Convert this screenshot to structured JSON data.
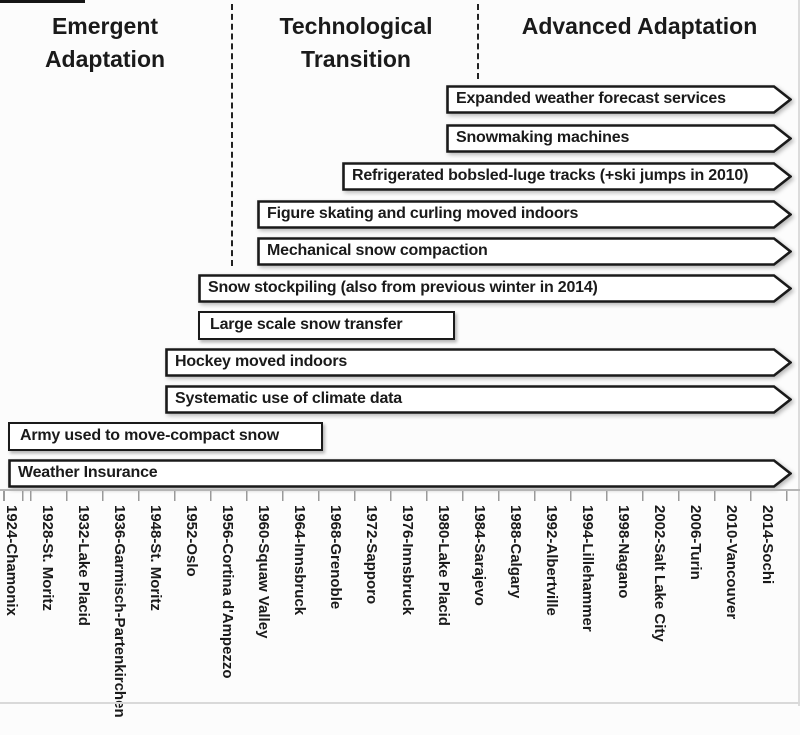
{
  "chart_data": {
    "type": "timeline",
    "title": "",
    "axis_note_visible": false,
    "categories": [
      "1924-Chamonix",
      "1928-St. Moritz",
      "1932-Lake Placid",
      "1936-Garmisch-Partenkirchen",
      "1948-St. Moritz",
      "1952-Oslo",
      "1956-Cortina d'Ampezzo",
      "1960-Squaw Valley",
      "1964-Innsbruck",
      "1968-Grenoble",
      "1972-Sapporo",
      "1976-Innsbruck",
      "1980-Lake Placid",
      "1984-Sarajevo",
      "1988-Calgary",
      "1992-Albertville",
      "1994-Lillehammer",
      "1998-Nagano",
      "2002-Salt Lake City",
      "2006-Turin",
      "2010-Vancouver",
      "2014-Sochi"
    ],
    "phases": [
      {
        "label": "Emergent Adaptation",
        "approx_span": "1924-Chamonix to 1956-Cortina d'Ampezzo"
      },
      {
        "label": "Technological Transition",
        "approx_span": "1956-Cortina d'Ampezzo to 1984-Sarajevo"
      },
      {
        "label": "Advanced Adaptation",
        "approx_span": "1984-Sarajevo to 2014-Sochi"
      }
    ],
    "bars": [
      {
        "label": "Expanded weather forecast services",
        "start": "1980-Lake Placid",
        "end": "ongoing",
        "arrow": true
      },
      {
        "label": "Snowmaking machines",
        "start": "1980-Lake Placid",
        "end": "ongoing",
        "arrow": true
      },
      {
        "label": "Refrigerated bobsled-luge tracks (+ski jumps in 2010)",
        "start": "1968-Grenoble",
        "end": "ongoing",
        "arrow": true
      },
      {
        "label": "Figure skating and curling moved indoors",
        "start": "1960-Squaw Valley",
        "end": "ongoing",
        "arrow": true
      },
      {
        "label": "Mechanical snow compaction",
        "start": "1960-Squaw Valley",
        "end": "ongoing",
        "arrow": true
      },
      {
        "label": "Snow stockpiling (also from previous winter in 2014)",
        "start": "1952-Oslo",
        "end": "ongoing",
        "arrow": true
      },
      {
        "label": "Large scale snow transfer",
        "start": "1952-Oslo",
        "end": "1980-Lake Placid",
        "arrow": false
      },
      {
        "label": "Hockey moved indoors",
        "start": "1948-St. Moritz",
        "end": "ongoing",
        "arrow": true
      },
      {
        "label": "Systematic use of climate data",
        "start": "1948-St. Moritz",
        "end": "ongoing",
        "arrow": true
      },
      {
        "label": "Army used to move-compact snow",
        "start": "1924-Chamonix",
        "end": "1964-Innsbruck",
        "arrow": false
      },
      {
        "label": "Weather Insurance",
        "start": "1924-Chamonix",
        "end": "ongoing",
        "arrow": true
      }
    ],
    "legend": "none",
    "grid": false
  }
}
